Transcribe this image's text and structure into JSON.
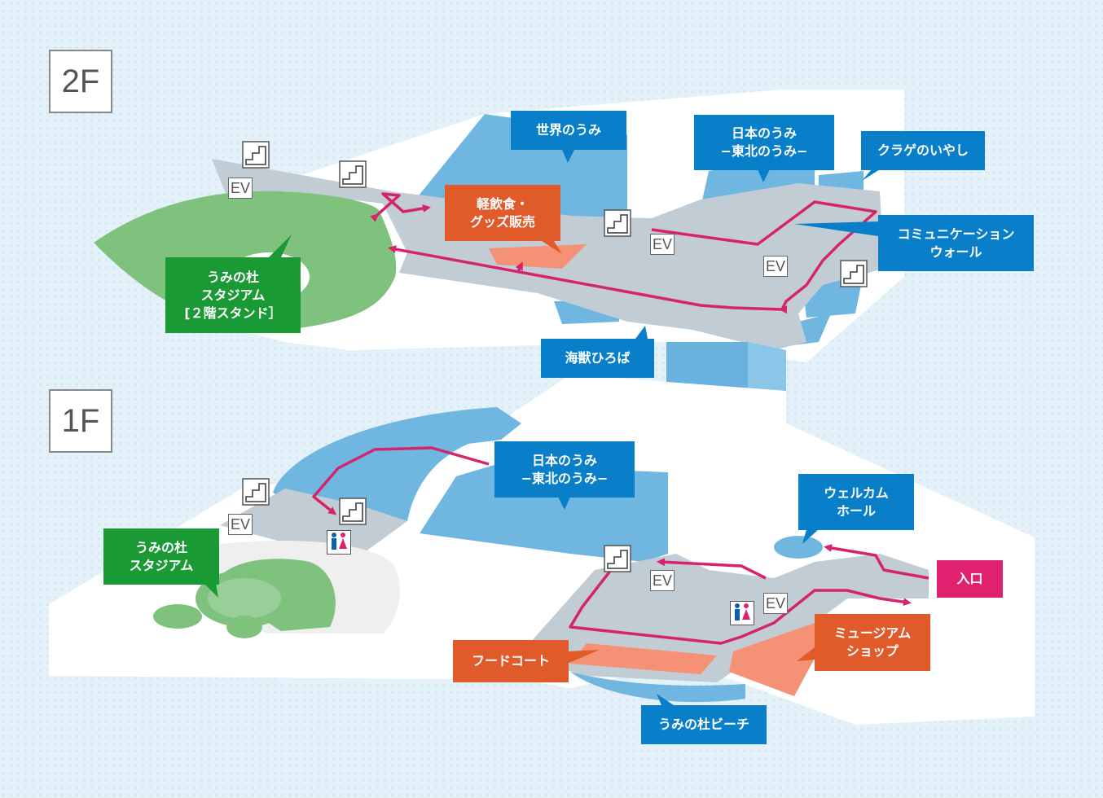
{
  "floors": {
    "upper": "2F",
    "lower": "1F"
  },
  "labels": {
    "sekai": "世界のうみ",
    "nihon2_l1": "日本のうみ",
    "nihon2_l2": "−東北のうみ−",
    "kurage": "クラゲのいやし",
    "keiinshoku_l1": "軽飲食・",
    "keiinshoku_l2": "グッズ販売",
    "comm_l1": "コミュニケーション",
    "comm_l2": "ウォール",
    "stadium2_l1": "うみの杜",
    "stadium2_l2": "スタジアム",
    "stadium2_l3": "[２階スタンド］",
    "kaiju": "海獣ひろば",
    "nihon1_l1": "日本のうみ",
    "nihon1_l2": "−東北のうみ−",
    "welcome_l1": "ウェルカム",
    "welcome_l2": "ホール",
    "stadium1_l1": "うみの杜",
    "stadium1_l2": "スタジアム",
    "iriguchi": "入口",
    "museum_l1": "ミュージアム",
    "museum_l2": "ショップ",
    "foodcourt": "フードコート",
    "beach": "うみの杜ビーチ"
  },
  "ev": "EV",
  "icons": [
    "stairs-icon",
    "elevator-icon",
    "restroom-icon"
  ],
  "colors": {
    "exhibit_blue": "#0a7fc9",
    "stadium_green": "#1a9a35",
    "shop_orange": "#e05a2a",
    "entrance_pink": "#e0216f",
    "route": "#d6246c"
  }
}
